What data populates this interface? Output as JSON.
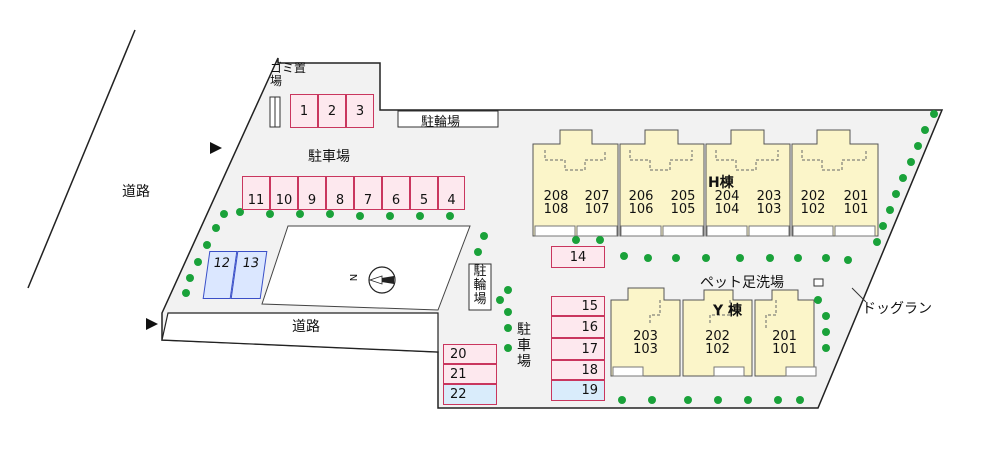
{
  "labels": {
    "road_left": "道路",
    "road_bottom": "道路",
    "garbage": "ゴミ置場",
    "bicycle_top": "駐輪場",
    "bicycle_mid": "駐輪場",
    "parking_top": "駐車場",
    "parking_mid": "駐車場",
    "h_building": "H棟",
    "y_building": "Y 棟",
    "pet_wash": "ペット足洗場",
    "dog_run": "ドッグラン",
    "north": "N"
  },
  "parking": {
    "top_row": [
      "1",
      "2",
      "3"
    ],
    "main_row": [
      "11",
      "10",
      "9",
      "8",
      "7",
      "6",
      "5",
      "4"
    ],
    "blue_pair": [
      "12",
      "13"
    ],
    "single_14": "14",
    "column_right": [
      "15",
      "16",
      "17",
      "18",
      "19"
    ],
    "column_left": [
      "20",
      "21",
      "22"
    ]
  },
  "h_units": [
    {
      "upper": "208",
      "lower": "108"
    },
    {
      "upper": "207",
      "lower": "107"
    },
    {
      "upper": "206",
      "lower": "106"
    },
    {
      "upper": "205",
      "lower": "105"
    },
    {
      "upper": "204",
      "lower": "104"
    },
    {
      "upper": "203",
      "lower": "103"
    },
    {
      "upper": "202",
      "lower": "102"
    },
    {
      "upper": "201",
      "lower": "101"
    }
  ],
  "y_units": [
    {
      "upper": "203",
      "lower": "103"
    },
    {
      "upper": "202",
      "lower": "102"
    },
    {
      "upper": "201",
      "lower": "101"
    }
  ],
  "colors": {
    "lot": "#f2f2f2",
    "outline": "#222222",
    "parking_border": "#c9365e",
    "parking_fill": "#fde8ee",
    "blue_border": "#3a4fc7",
    "blue_fill": "#dbe7ff",
    "building_fill": "#fbf5c9",
    "tree": "#1aa23a"
  }
}
